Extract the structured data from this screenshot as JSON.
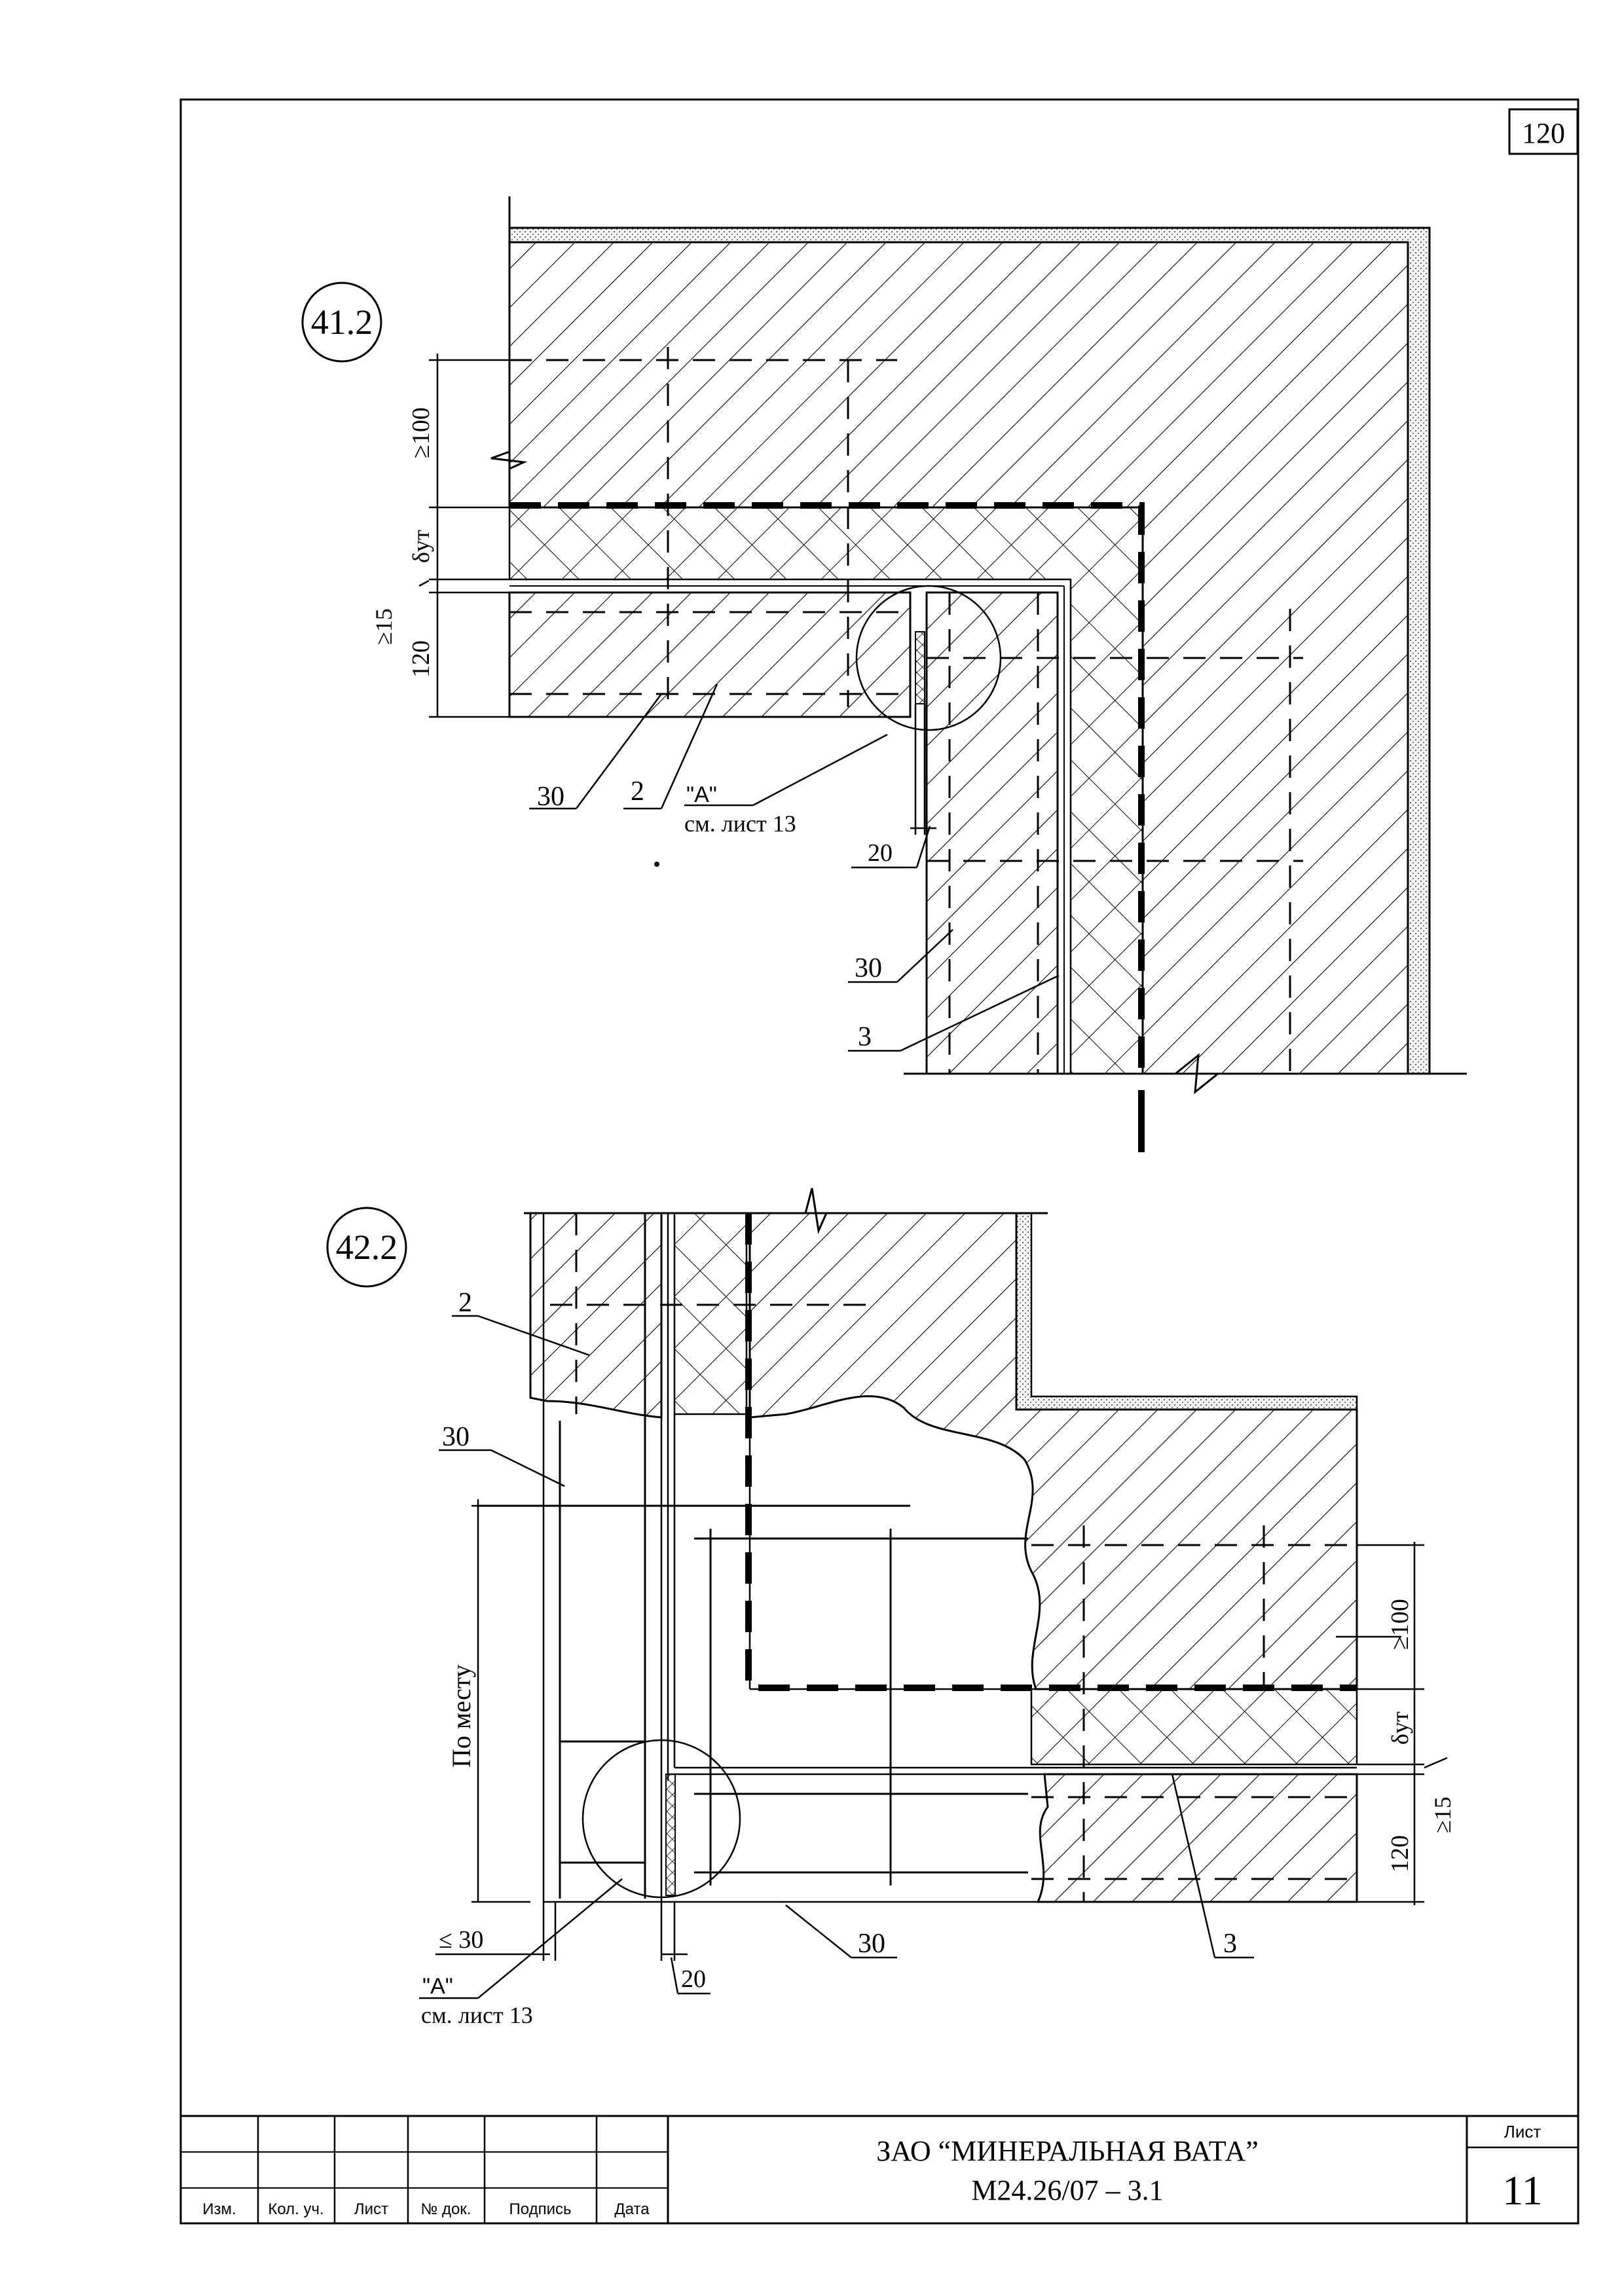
{
  "sheet_corner_number": "120",
  "details": {
    "d41": {
      "id": "41.2",
      "dims": {
        "ge100": "≥100",
        "dut": "δут",
        "ge15": "≥15",
        "d120": "120",
        "d20": "20"
      },
      "callouts": {
        "c30a": "30",
        "c2": "2",
        "c30b": "30",
        "c3": "3"
      },
      "note_a": {
        "label": "\"А\"",
        "ref": "см. лист 13"
      }
    },
    "d42": {
      "id": "42.2",
      "dims": {
        "ge100": "≥100",
        "dut": "δут",
        "ge15": "≥15",
        "d120": "120",
        "le30": "≤ 30",
        "d20": "20",
        "po_mestu": "По месту"
      },
      "callouts": {
        "c2": "2",
        "c30a": "30",
        "c30b": "30",
        "c3": "3"
      },
      "note_a": {
        "label": "\"А\"",
        "ref": "см. лист 13"
      }
    }
  },
  "title_block": {
    "org": "ЗАО “МИНЕРАЛЬНАЯ ВАТА”",
    "code": "М24.26/07 – 3.1",
    "sheet_label": "Лист",
    "sheet_number": "11",
    "columns": [
      "Изм.",
      "Кол. уч.",
      "Лист",
      "№ док.",
      "Подпись",
      "Дата"
    ]
  }
}
